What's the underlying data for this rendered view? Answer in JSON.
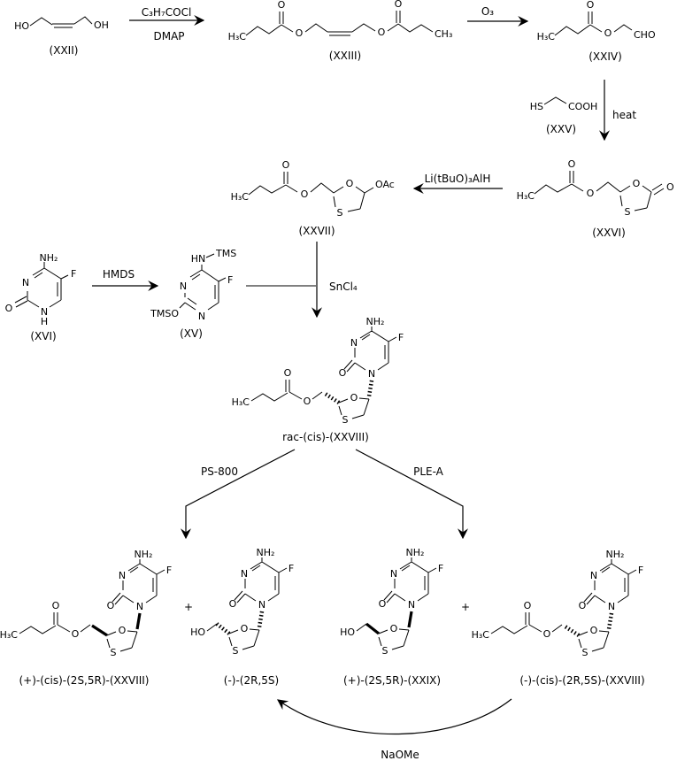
{
  "atoms": {
    "HO": "HO",
    "OH": "OH",
    "H3C": "H₃C",
    "CH3": "CH₃",
    "O": "O",
    "S": "S",
    "N": "N",
    "H": "H",
    "NH2": "NH₂",
    "F": "F",
    "CHO": "CHO",
    "OAc": "OAc",
    "HN": "HN",
    "TMS": "TMS",
    "TMSO": "TMSO",
    "HS": "HS",
    "COOH": "COOH",
    "plus": "+"
  },
  "compound_labels": {
    "xxii": "(XXII)",
    "xxiii": "(XXIII)",
    "xxiv": "(XXIV)",
    "xxv": "(XXV)",
    "xxvi": "(XXVI)",
    "xxvii": "(XXVII)",
    "xvi": "(XVI)",
    "xv": "(XV)",
    "rac": "rac-(cis)-(XXVIII)",
    "prod1": "(+)-(cis)-(2S,5R)-(XXVIII)",
    "prod2": "(-)-(2R,5S)",
    "prod3": "(+)-(2S,5R)-(XXIX)",
    "prod4": "(-)-(cis)-(2R,5S)-(XXVIII)"
  },
  "reagents": {
    "acylation_top": "C₃H₇COCl",
    "acylation_bottom": "DMAP",
    "ozonolysis": "O₃",
    "condensation": "heat",
    "reduction": "Li(tBuO)₃AlH",
    "silylation": "HMDS",
    "coupling": "SnCl₄",
    "enzyme_left": "PS-800",
    "enzyme_right": "PLE-A",
    "transesterification": "NaOMe"
  },
  "colors": {
    "ink": "#000000",
    "background": "#ffffff"
  }
}
